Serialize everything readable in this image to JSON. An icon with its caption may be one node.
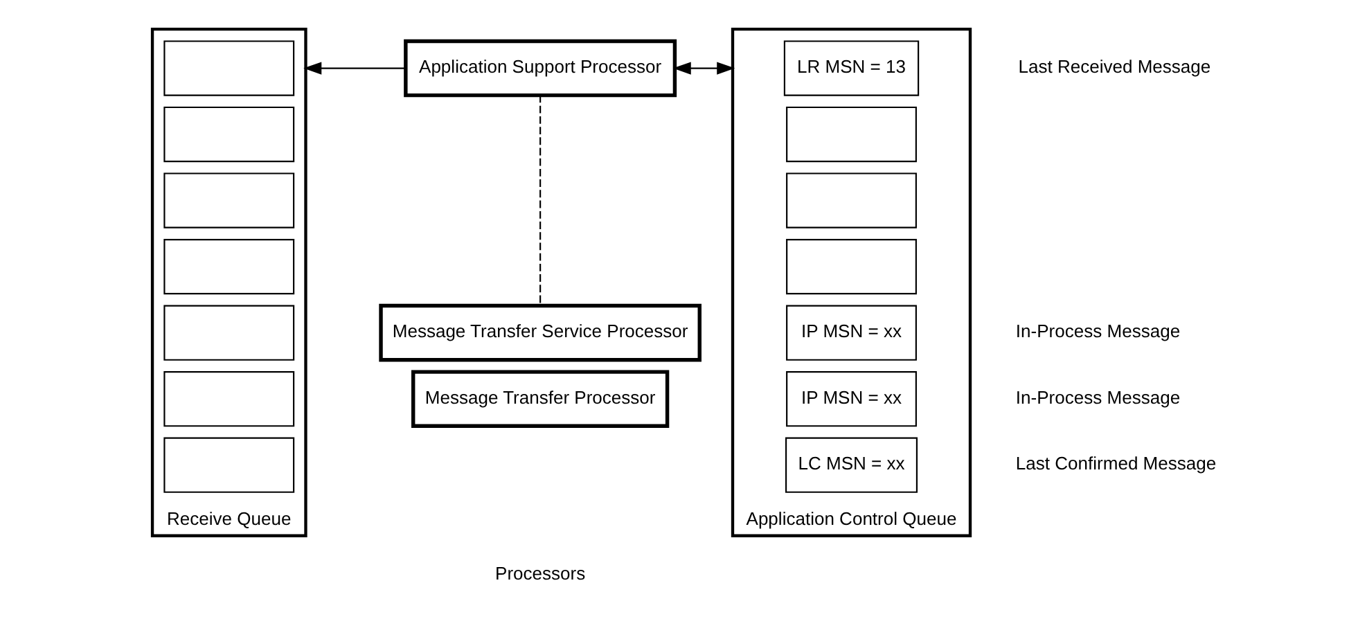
{
  "diagram": {
    "nodes": [
      {
        "text": [
          "Receive Queue"
        ]
      },
      {
        "text": [],
        "shape": "box",
        "in": 0
      },
      {
        "text": [],
        "shape": "box",
        "in": 0
      },
      {
        "text": [],
        "shape": "box",
        "in": 0
      },
      {
        "text": [],
        "shape": "box",
        "in": 0
      },
      {
        "text": [],
        "shape": "box",
        "in": 0
      },
      {
        "text": [],
        "shape": "box",
        "in": 0
      },
      {
        "text": [],
        "shape": "box",
        "in": 0
      },
      {
        "text": [
          "Application Support Processor"
        ]
      },
      {
        "text": [
          "Message Transfer Service Processor"
        ]
      },
      {
        "text": [
          "Message Transfer Processor"
        ]
      },
      {
        "text": [
          "Application Control Queue"
        ]
      },
      {
        "text": [
          "LR MSN = 13"
        ],
        "in": 11
      },
      {
        "text": [],
        "shape": "box",
        "in": 11
      },
      {
        "text": [],
        "shape": "box",
        "in": 11
      },
      {
        "text": [],
        "shape": "box",
        "in": 11
      },
      {
        "text": [
          "IP MSN = xx"
        ],
        "in": 11
      },
      {
        "text": [
          "IP MSN = xx"
        ],
        "in": 11
      },
      {
        "text": [
          "LC MSN = xx"
        ],
        "in": 11
      }
    ],
    "edges": [
      {
        "from": 8,
        "to": 0,
        "arrow": "to"
      },
      {
        "from": 8,
        "to": 11,
        "arrow": "both"
      },
      {
        "from": 8,
        "to": 9,
        "arrow": "none",
        "style": "dashed"
      }
    ],
    "labels": [
      "Last Received Message",
      "In-Process Message",
      "In-Process Message",
      "Last Confirmed Message",
      "Processors"
    ]
  }
}
